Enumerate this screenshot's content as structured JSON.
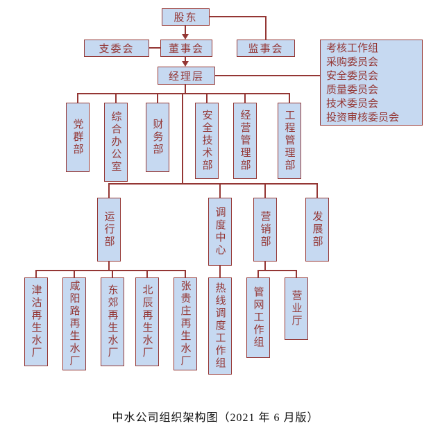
{
  "diagram": {
    "nodes": {
      "shareholders": "股东",
      "branch_committee": "支委会",
      "board": "董事会",
      "supervisory": "监事会",
      "management": "经理层"
    },
    "committee_panel": [
      "考核工作组",
      "采购委员会",
      "安全委员会",
      "质量委员会",
      "技术委员会",
      "投资审核委员会"
    ],
    "row1_departments": [
      "党群部",
      "综合办公室",
      "财务部",
      "安全技术部",
      "经营管理部",
      "工程管理部"
    ],
    "row2_departments": [
      "运行部",
      "调度中心",
      "营销部",
      "发展部"
    ],
    "plants": [
      "津沽再生水厂",
      "咸阳路再生水厂",
      "东郊再生水厂",
      "北辰再生水厂",
      "张贵庄再生水厂"
    ],
    "dispatch_children": [
      "热线调度工作组"
    ],
    "marketing_children": [
      "管网工作组",
      "营业厅"
    ]
  },
  "caption": "中水公司组织架构图（2021 年 6 月版）",
  "colors": {
    "box_fill": "#c6d9f1",
    "line": "#943634",
    "text": "#943634",
    "caption_text": "#111111"
  }
}
